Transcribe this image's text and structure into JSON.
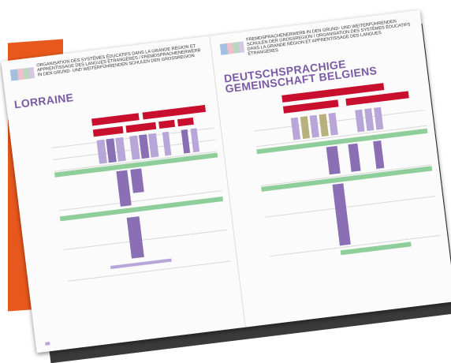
{
  "left_page": {
    "header": "Organisation des systèmes éducatifs dans la Grande Région et apprentissage des langues étrangères / Fremdsprachenerwerb in den Grund- und weiterführenden Schulen der Großregion",
    "region": "LORRAINE"
  },
  "right_page": {
    "header": "Fremdsprachenerwerb in den Grund- und weiterführenden Schulen der Großregion / Organisation des systèmes éducatifs dans la Grande Région et apprentissage des langues étrangères",
    "region": "DEUTSCHSPRACHIGE GEMEINSCHAFT BELGIENS"
  },
  "colors": {
    "accent_purple": "#7b5aa6",
    "red": "#c8102e",
    "green": "#8fce9b",
    "orange": "#e8581c"
  }
}
